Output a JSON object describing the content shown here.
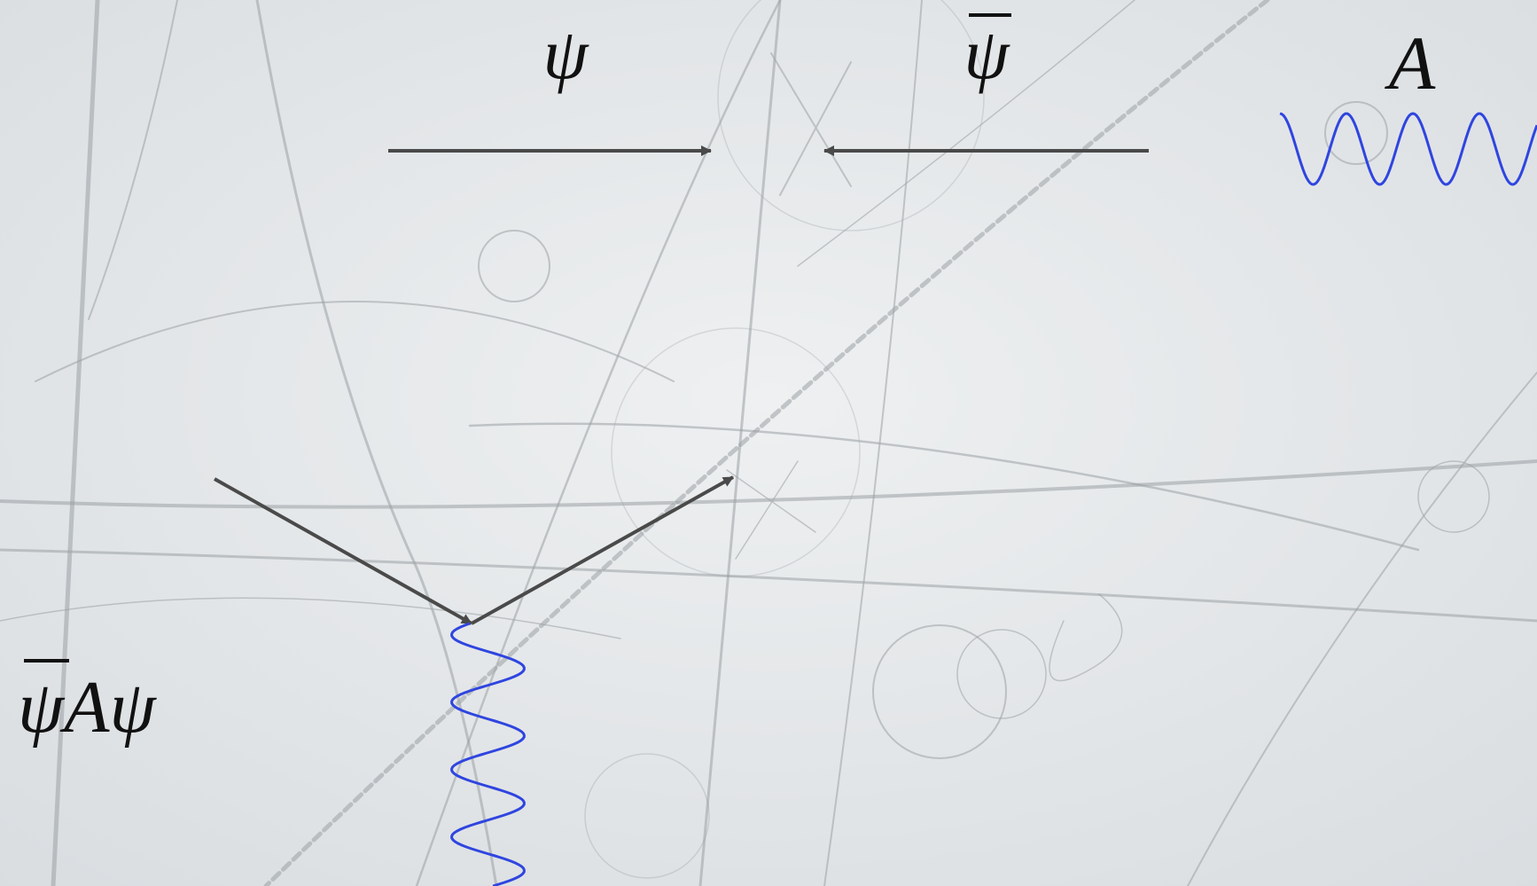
{
  "labels": {
    "psi": "ψ",
    "psibar": "ψ",
    "field_a": "A",
    "vertex_term": "ψAψ"
  },
  "colors": {
    "background": "#e6e9eb",
    "arrow": "#4a4a4a",
    "photon": "#2f45e0",
    "text": "#111111",
    "tracks": "#9aa0a4"
  },
  "background_image": "bubble-chamber-particle-tracks"
}
